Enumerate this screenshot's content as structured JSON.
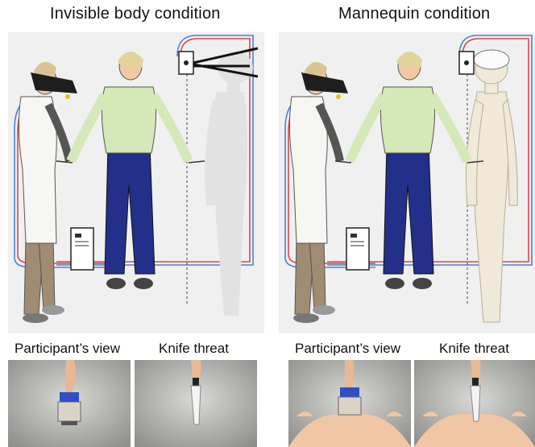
{
  "conditions": [
    {
      "title": "Invisible body condition",
      "captions": [
        "Participant’s view",
        "Knife threat"
      ]
    },
    {
      "title": "Mannequin condition",
      "captions": [
        "Participant’s view",
        "Knife threat"
      ]
    }
  ],
  "colors": {
    "panel_bg": "#f0f0f0",
    "shirt_green": "#d5e8b8",
    "pants_navy": "#23308a",
    "pants_khaki": "#a08c72",
    "cable_red": "#e0434a",
    "cable_blue": "#4a7fd6",
    "ghost_body": "#e2e2e2",
    "mannequin": "#f0e8d8",
    "skin": "#f2c9a2",
    "brush_blue": "#2f4fc8"
  }
}
